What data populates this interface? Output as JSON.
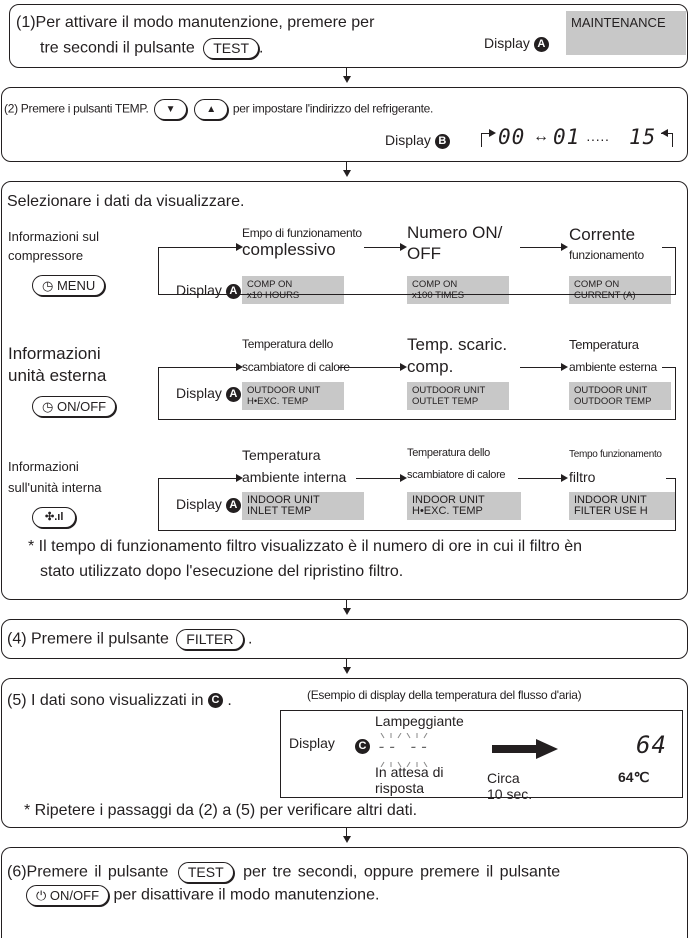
{
  "step1": {
    "text_a": "(1)Per attivare il modo manutenzione, premere per",
    "text_b": "tre secondi il pulsante",
    "button": "TEST",
    "display_label": "Display",
    "display_marker": "A",
    "lcd": "MAINTENANCE"
  },
  "step2": {
    "text_a": "(2) Premere i pulsanti TEMP.",
    "down_symbol": "▼",
    "up_symbol": "▲",
    "text_b": "per impostare l'indirizzo del refrigerante.",
    "display_label": "Display",
    "display_marker": "B",
    "seg_first": "00",
    "seg_arrow": "↔",
    "seg_second": "01",
    "seg_dots": "·····",
    "seg_last": "15"
  },
  "step3": {
    "title": "Selezionare i dati da visualizzare.",
    "display_label": "Display",
    "display_marker": "A",
    "rows": [
      {
        "label_lines": [
          "Informazioni sul",
          "compressore"
        ],
        "button": "MENU",
        "items": [
          {
            "head_small": "Empo di funzionamento",
            "head_big": "complessivo",
            "lcd": [
              "COMP ON",
              "x10 HOURS"
            ]
          },
          {
            "head_small": "Numero ON/",
            "head_big": "OFF",
            "lcd": [
              "COMP ON",
              "x100 TIMES"
            ]
          },
          {
            "head_small": "Corrente",
            "head_big": "funzionamento",
            "lcd": [
              "COMP ON",
              "CURRENT (A)"
            ]
          }
        ]
      },
      {
        "label_lines": [
          "Informazioni",
          "unità esterna"
        ],
        "button": "ON/OFF",
        "items": [
          {
            "head_small": "Temperatura dello",
            "head_big": "scambiatore di calore",
            "lcd": [
              "OUTDOOR UNIT",
              "H•EXC. TEMP"
            ]
          },
          {
            "head_small": "Temp. scaric.",
            "head_big": "comp.",
            "lcd": [
              "OUTDOOR UNIT",
              "OUTLET TEMP"
            ]
          },
          {
            "head_small": "Temperatura",
            "head_big": "ambiente esterna",
            "lcd": [
              "OUTDOOR UNIT",
              "OUTDOOR TEMP"
            ]
          }
        ]
      },
      {
        "label_lines": [
          "Informazioni",
          "sull'unità interna"
        ],
        "button": "✣.ıl",
        "items": [
          {
            "head_small": "Temperatura",
            "head_big": "ambiente interna",
            "lcd": [
              "INDOOR UNIT",
              "INLET TEMP"
            ]
          },
          {
            "head_small": "Temperatura dello",
            "head_big": "scambiatore di calore",
            "lcd": [
              "INDOOR UNIT",
              "H•EXC. TEMP"
            ]
          },
          {
            "head_small": "Tempo funzionamento",
            "head_big": "filtro",
            "lcd": [
              "INDOOR UNIT",
              "FILTER USE H"
            ]
          }
        ]
      }
    ],
    "note_a": "* Il tempo di funzionamento filtro visualizzato è il numero di ore in cui il filtro èn",
    "note_b": "stato utilizzato dopo l'esecuzione del ripristino filtro."
  },
  "step4": {
    "text": "(4) Premere il pulsante",
    "button": "FILTER",
    "tail": "."
  },
  "step5": {
    "text": "(5) I dati sono visualizzati in",
    "marker": "C",
    "example": "(Esempio di display della temperatura del flusso d'aria)",
    "display_label": "Display",
    "blink_label": "Lampeggiante",
    "blink_seg": "-- --",
    "waiting_a": "In attesa di",
    "waiting_b": "risposta",
    "circa_a": "Circa",
    "circa_b": "10 sec.",
    "result_seg": "64",
    "result_text": "64℃",
    "note": "* Ripetere i passaggi da (2) a (5) per verificare altri dati."
  },
  "step6": {
    "text_a": "(6)Premere il pulsante",
    "button": "TEST",
    "text_b": "per tre secondi, oppure premere il pulsante",
    "button2": "ON/OFF",
    "text_c": "per disattivare il modo manutenzione."
  }
}
